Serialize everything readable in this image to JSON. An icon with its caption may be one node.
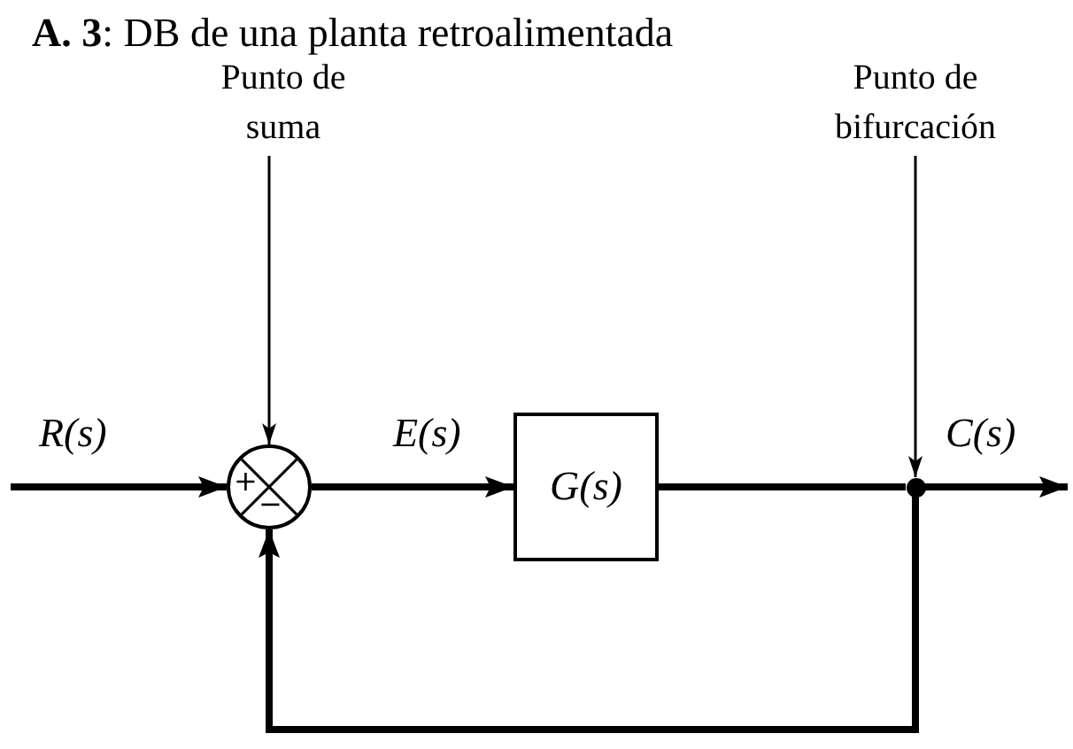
{
  "diagram": {
    "title": "**A. 3**: DB de una planta retroalimentada",
    "nodes": [
      {
        "text": [
          "Punto de suma"
        ]
      },
      {
        "text": [
          "Punto de bifurcación"
        ]
      },
      {
        "text": [
          "+",
          "−"
        ]
      },
      {
        "text": [
          "G(s)"
        ]
      },
      {
        "text": [],
        "shape": "circle"
      }
    ],
    "edges": [
      {
        "from": null,
        "to": 2,
        "arrow": "to",
        "label": "R(s)"
      },
      {
        "from": 0,
        "to": 2,
        "arrow": "to"
      },
      {
        "from": 1,
        "to": 4,
        "arrow": "to"
      },
      {
        "from": 2,
        "to": 3,
        "arrow": "to",
        "label": "E(s)"
      },
      {
        "from": 3,
        "to": 4,
        "arrow": "none"
      },
      {
        "from": 4,
        "to": null,
        "arrow": "to",
        "label": "C(s)"
      },
      {
        "from": 4,
        "to": 2,
        "arrow": "to"
      }
    ]
  }
}
